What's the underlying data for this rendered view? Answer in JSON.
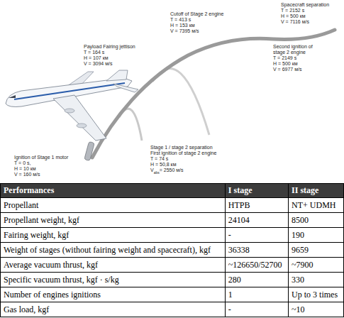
{
  "diagram": {
    "labels": [
      "Spacecraft separation",
      "T = 2152 s",
      "H = 500 км",
      "V = 7116 м/s",
      "Cutoff of Stage 2 engine",
      "T = 413 s",
      "H = 153 км",
      "V = 7395 м/s",
      "Second ignition of",
      "stage 2 engine",
      "T = 2149 s",
      "H = 500 км",
      "V = 6977 м/s",
      "Payload Fairing jettison",
      "T = 164 s",
      "H = 107 км",
      "V = 3094 м/s",
      "Stage 1 / stage 2 separation",
      "First ignition of stage 2 engine",
      "T = 74 s",
      "H = 50,8 км",
      "V",
      "abs",
      "= 2550 м/s",
      "Ignition of Stage 1 motor",
      "T = 0 s,",
      "H = 10 км",
      "V = 160 м/s",
      "Performances",
      "I stage",
      "II stage",
      "Propellant",
      "HTPB",
      "NT+ UDMH",
      "Propellant weight, kgf",
      "24104",
      "8500",
      "Fairing weight, kgf",
      "-",
      "190",
      "Weight of stages (without fairing weight and spacecraft), kgf",
      "36338",
      "9659",
      "Average vacuum thrust, kgf",
      "~126650/52700",
      "~7900",
      "Specific vacuum thrust, kgf · s/kg",
      "280",
      "330",
      "Number of engines ignitions",
      "1",
      "Up to 3 times",
      "Gas load, kgf",
      "-",
      "~10"
    ]
  }
}
